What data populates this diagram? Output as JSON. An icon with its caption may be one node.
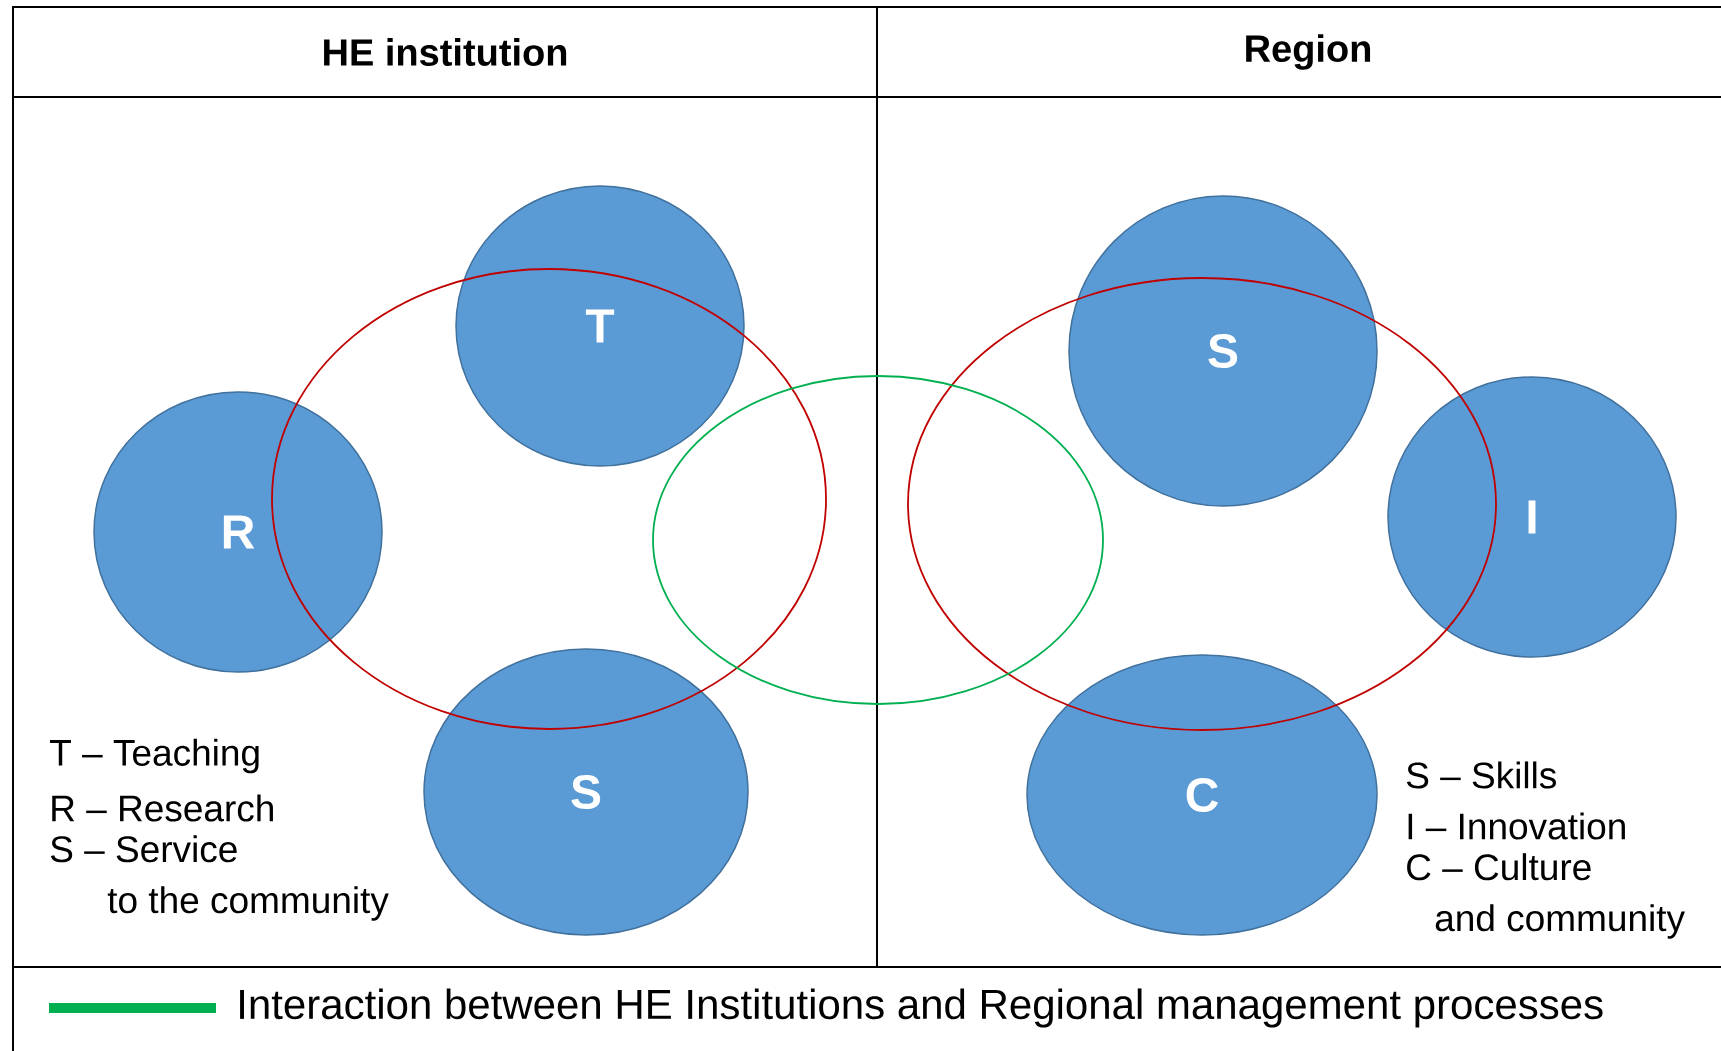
{
  "diagram": {
    "nodes": [
      {
        "text": [
          "T"
        ]
      },
      {
        "text": [
          "R"
        ]
      },
      {
        "text": [
          "S"
        ]
      },
      {
        "text": [
          "S"
        ]
      },
      {
        "text": [
          "I"
        ]
      },
      {
        "text": [
          "C"
        ]
      },
      {
        "text": [],
        "shape": "ellipse"
      },
      {
        "text": [],
        "shape": "ellipse"
      },
      {
        "text": [],
        "shape": "ellipse"
      }
    ],
    "labels": [
      "HE institution",
      "Region",
      "T – Teaching",
      "R – Research",
      "S – Service to the community",
      "S – Skills",
      "I – Innovation",
      "C – Culture and community"
    ],
    "legend": [
      {
        "text": "Interaction between HE Institutions and Regional management processes"
      }
    ]
  }
}
